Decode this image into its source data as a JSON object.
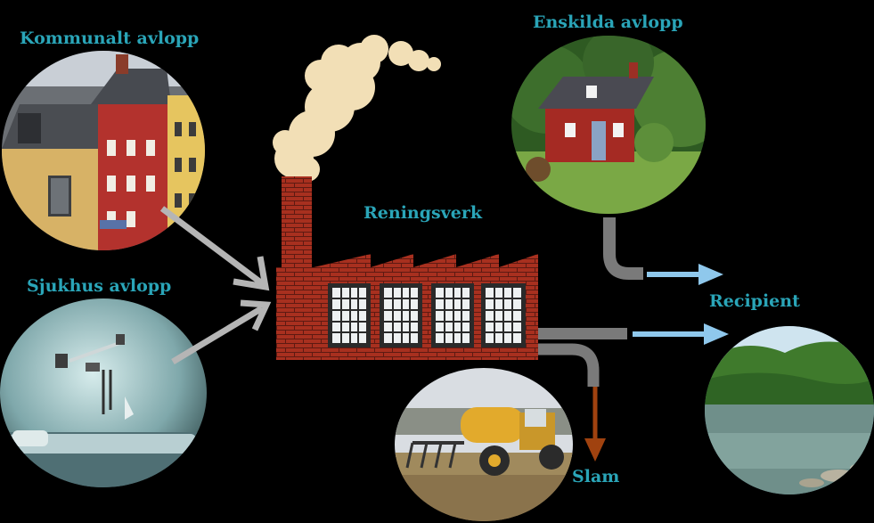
{
  "labels": {
    "municipal": "Kommunalt avlopp",
    "hospital": "Sjukhus avlopp",
    "treatment_plant": "Reningsverk",
    "private": "Enskilda avlopp",
    "recipient": "Recipient",
    "sludge": "Slam"
  },
  "colors": {
    "label_teal": "#2aa5b8",
    "arrow_gray": "#b5b5b5",
    "arrow_blue": "#8fc8ec",
    "pipe_gray": "#7a7a7a",
    "sludge_brown": "#a0420f",
    "brick_red": "#a8301f"
  },
  "images": [
    "town-houses-photo",
    "hospital-room-photo",
    "factory-illustration",
    "red-cottage-photo",
    "manure-tanker-photo",
    "river-photo"
  ]
}
